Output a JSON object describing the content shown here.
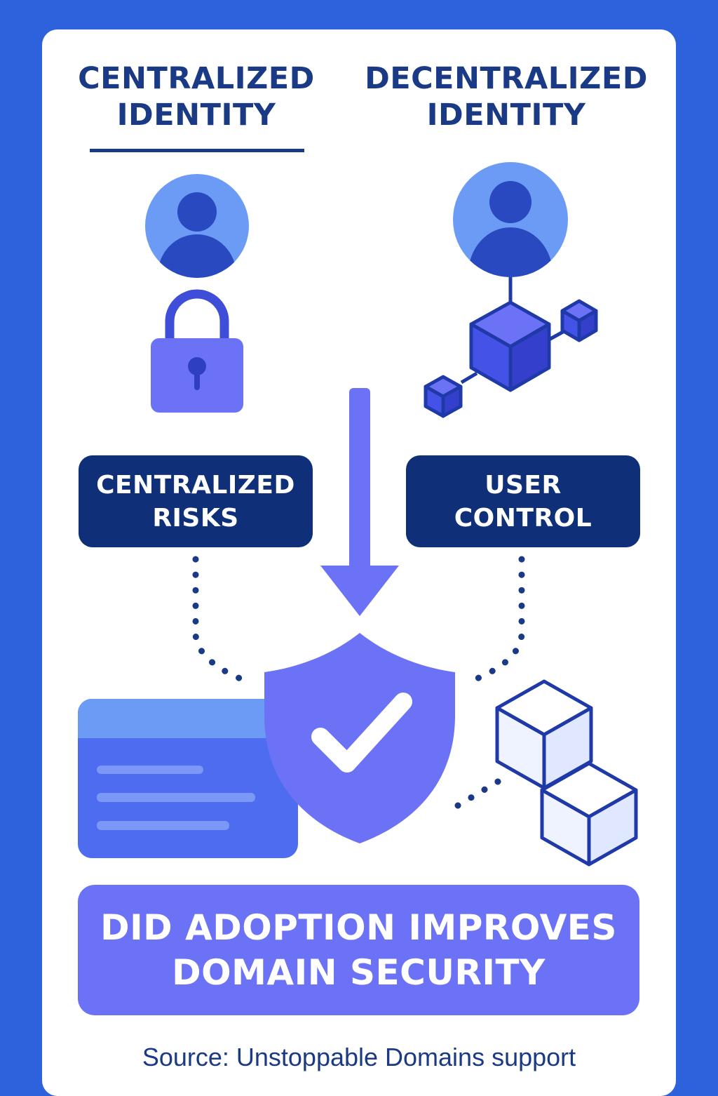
{
  "headings": {
    "left": [
      "CENTRALIZED",
      "IDENTITY"
    ],
    "right": [
      "DECENTRALIZED",
      "IDENTITY"
    ]
  },
  "labels": {
    "left": [
      "CENTRALIZED",
      "RISKS"
    ],
    "right": [
      "USER",
      "CONTROL"
    ]
  },
  "banner": [
    "DID ADOPTION IMPROVES",
    "DOMAIN SECURITY"
  ],
  "source": "Source:  Unstoppable Domains support",
  "icons": [
    "user-avatar-icon",
    "padlock-icon",
    "blockchain-cubes-icon",
    "down-arrow-icon",
    "shield-check-icon",
    "browser-window-icon",
    "stacked-cubes-icon"
  ],
  "colors": {
    "background": "#2d62dc",
    "navy": "#0f2f78",
    "heading": "#1a3a86",
    "violet": "#6c72f5",
    "avatar_light": "#6b9bf5",
    "avatar_dark": "#2949c0",
    "cube_fill": "#4552e8",
    "ice": "#eef3ff"
  }
}
